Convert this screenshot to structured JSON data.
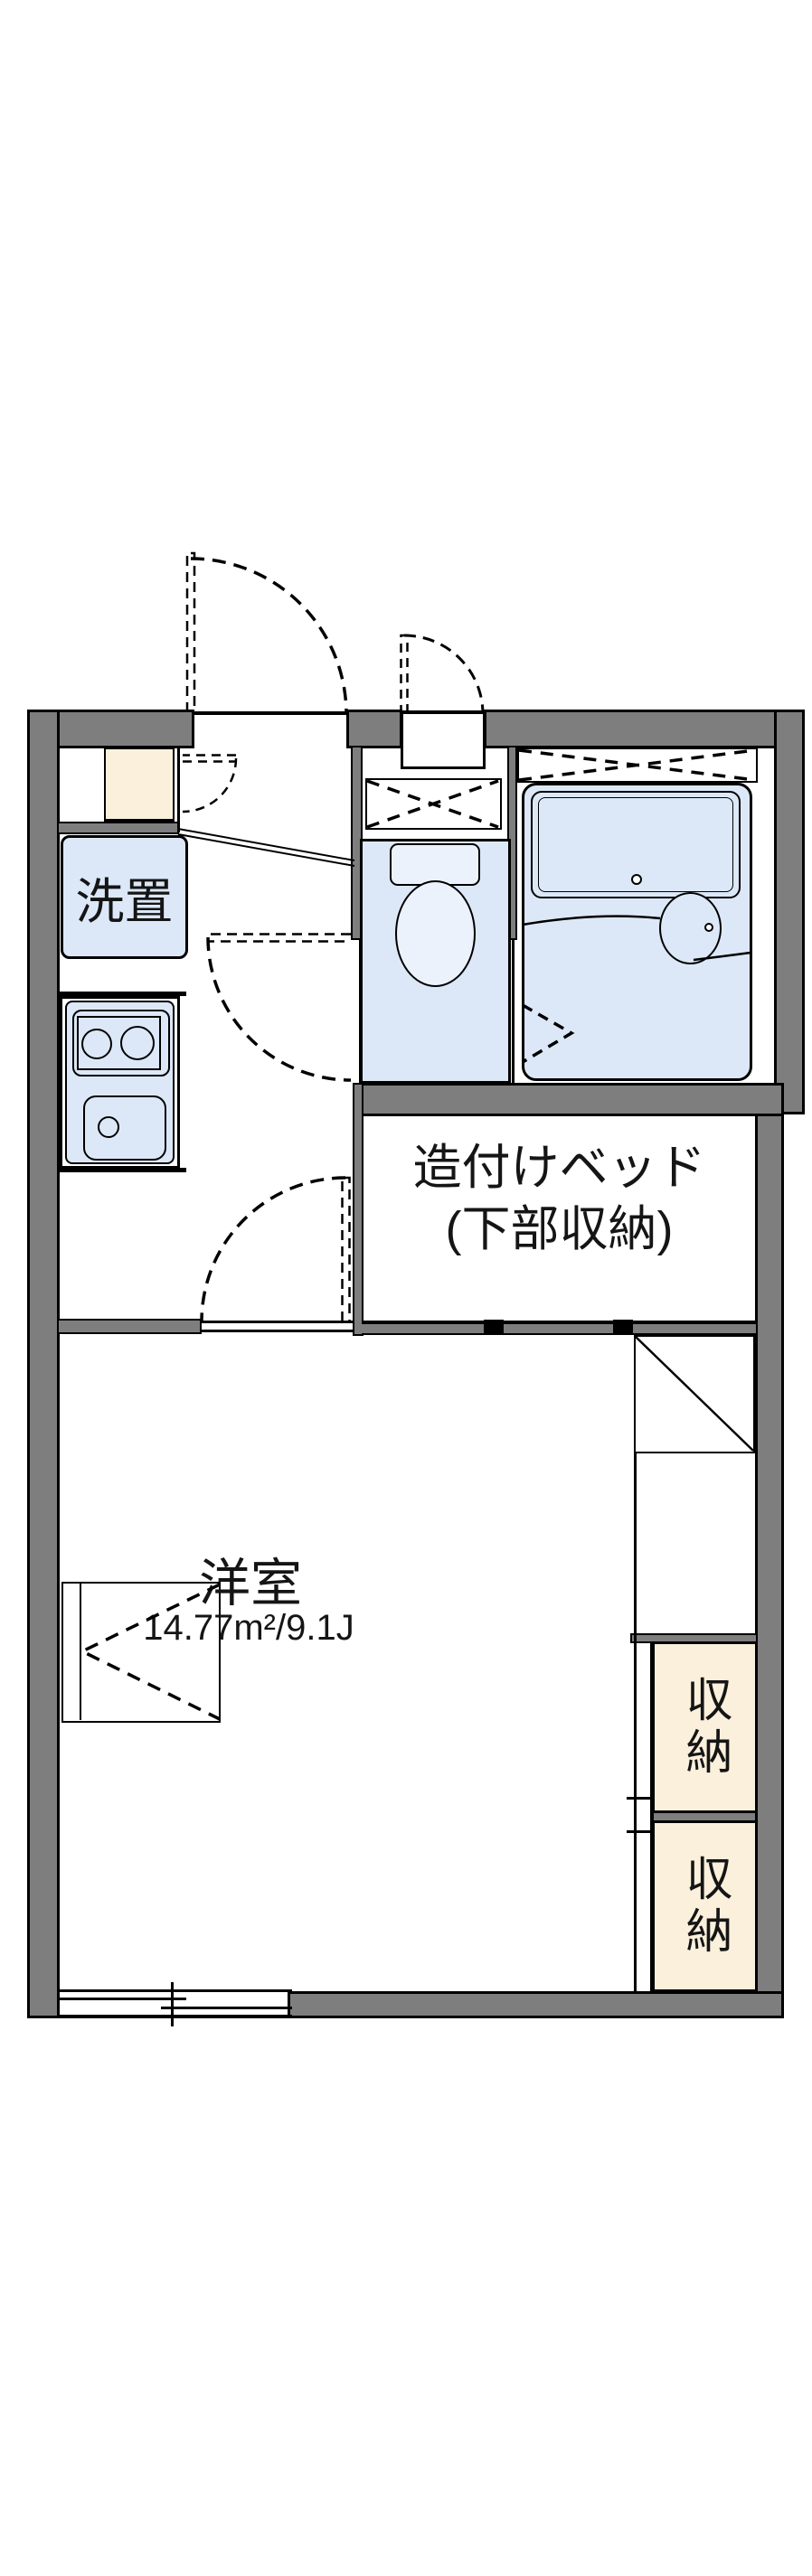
{
  "plan": {
    "labels": {
      "washer": "洗置",
      "bed_line1": "造付けベッド",
      "bed_line2": "(下部収納)",
      "room_name": "洋室",
      "room_area": "14.77m²/9.1J",
      "closet_upper": "収納",
      "closet_lower": "収納"
    },
    "colors": {
      "wall": "#7E7E7E",
      "fixture_blue": "#DCE8F7",
      "cabinet_cream": "#FAF0DC",
      "line": "#000000"
    }
  }
}
